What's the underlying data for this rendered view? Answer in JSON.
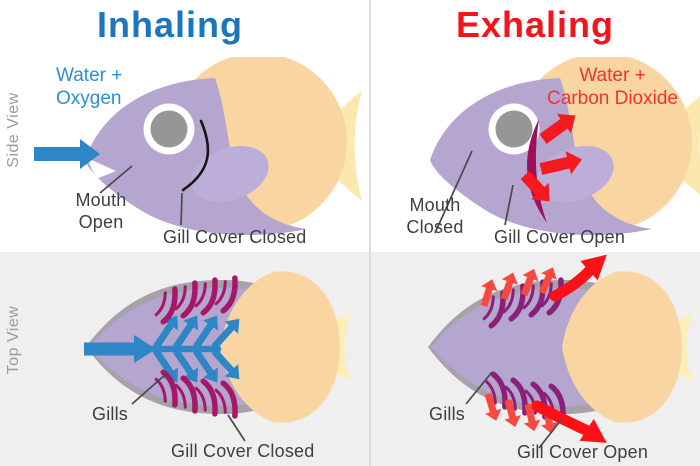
{
  "rows": {
    "side_view": "Side View",
    "top_view": "Top View"
  },
  "inhale": {
    "title": "Inhaling",
    "flow": [
      "Water +",
      "Oxygen"
    ],
    "mouth": [
      "Mouth",
      "Open"
    ],
    "gill_cover_side": "Gill Cover Closed",
    "gills": "Gills",
    "gill_cover_top": "Gill Cover Closed"
  },
  "exhale": {
    "title": "Exhaling",
    "flow": [
      "Water +",
      "Carbon Dioxide"
    ],
    "mouth": [
      "Mouth",
      "Closed"
    ],
    "gill_cover_side": "Gill Cover Open",
    "gills": "Gills",
    "gill_cover_top": "Gill Cover Open"
  },
  "colors": {
    "inhale_accent": "#1b76bd",
    "exhale_accent": "#f2151d",
    "water_flow_blue": "#2d8fd1",
    "water_flow_red": "#ee3431",
    "blue_arrow": "#2d86c6",
    "red_arrow": "#f6191f",
    "fish_body_purple": "#b5a6cf",
    "fish_rear_orange": "#f9d6a1",
    "fin_pale_yellow": "#fbe8ae",
    "gill_magenta": "#a51767",
    "gill_dark_purple": "#8a2077",
    "gill_opening_crimson": "#9c115c",
    "background_panel": "#efefef"
  }
}
